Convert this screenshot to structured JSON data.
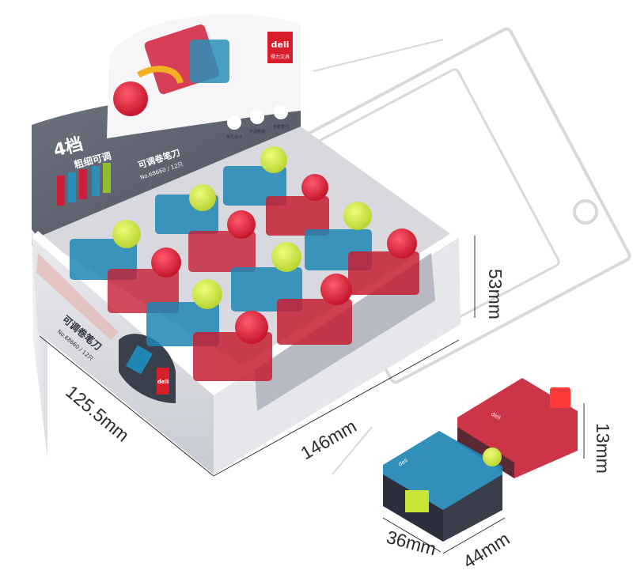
{
  "product": {
    "brand": "deli",
    "brand_cn": "得力文具",
    "name_cn": "可调卷笔刀",
    "model": "No.68660 / 12只",
    "feature_headline": "4档",
    "feature_sub": "粗细可调",
    "feature_icons": [
      "单孔设计",
      "可调粗细",
      "含卷笔刀"
    ]
  },
  "dimensions": {
    "box_length": "146mm",
    "box_depth": "125.5mm",
    "box_height": "53mm",
    "unit_height": "13mm",
    "unit_width": "36mm",
    "unit_length": "44mm"
  },
  "product_colors": {
    "blue": "#1f86b4",
    "red": "#c61e34",
    "lime": "#c9e337",
    "box_gray": "#5f6470",
    "brand_red": "#d81d2c"
  }
}
